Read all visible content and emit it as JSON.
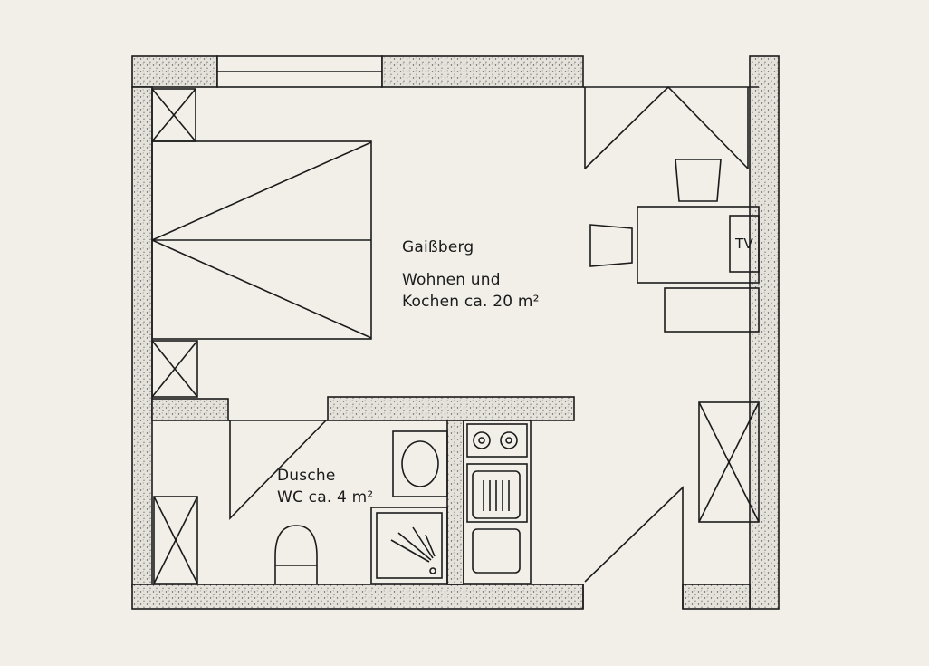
{
  "plan": {
    "rooms": [
      {
        "id": "living",
        "name": "Gaißberg",
        "lines": [
          "Wohnen und",
          "Kochen ca. 20 m²"
        ]
      },
      {
        "id": "bath",
        "lines": [
          "Dusche",
          "WC ca. 4 m²"
        ]
      }
    ],
    "furniture_labels": {
      "tv": "TV"
    },
    "colors": {
      "line": "#1b1b1b",
      "paper": "#f1efe8",
      "wall_fill": "#e4e2da",
      "stipple": "#555555"
    }
  }
}
